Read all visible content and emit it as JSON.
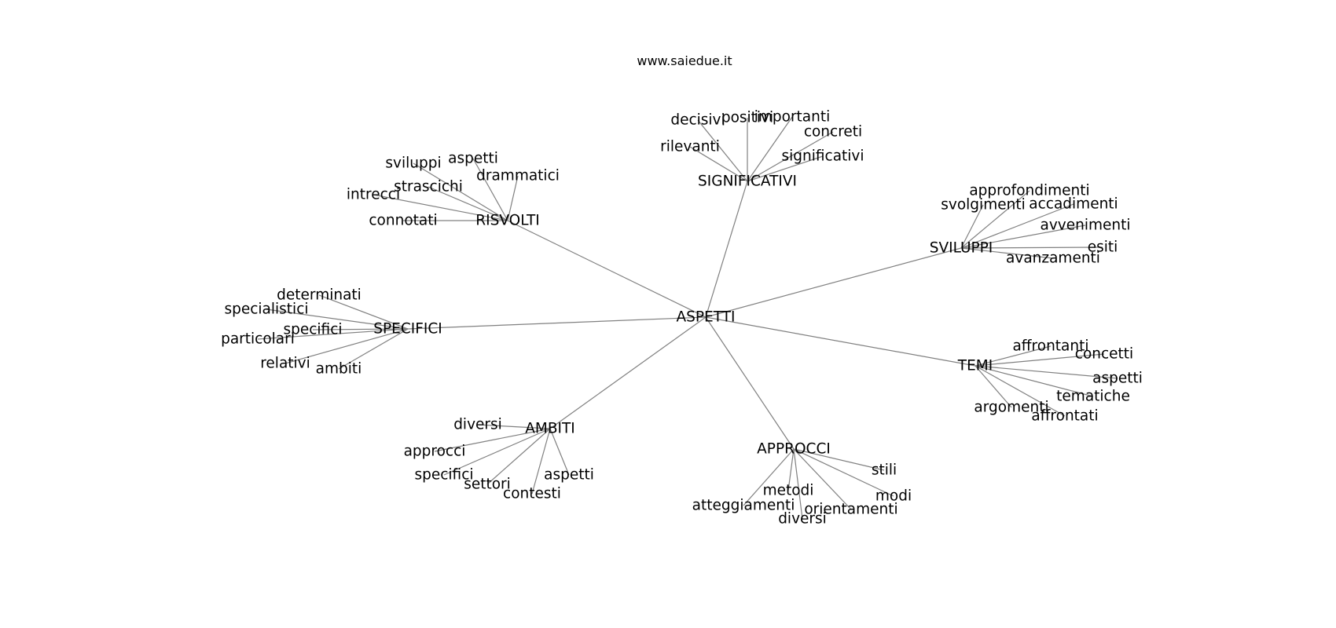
{
  "header": {
    "site": "www.saiedue.it"
  },
  "graph": {
    "root": "ASPETTI",
    "groups": [
      {
        "name": "SIGNIFICATIVI",
        "children": [
          "decisivi",
          "positivi",
          "importanti",
          "concreti",
          "rilevanti",
          "significativi"
        ]
      },
      {
        "name": "RISVOLTI",
        "children": [
          "sviluppi",
          "aspetti",
          "drammatici",
          "strascichi",
          "intrecci",
          "connotati"
        ]
      },
      {
        "name": "SVILUPPI",
        "children": [
          "approfondimenti",
          "svolgimenti",
          "accadimenti",
          "avvenimenti",
          "esiti",
          "avanzamenti"
        ]
      },
      {
        "name": "SPECIFICI",
        "children": [
          "determinati",
          "specialistici",
          "specifici",
          "particolari",
          "relativi",
          "ambiti"
        ]
      },
      {
        "name": "TEMI",
        "children": [
          "affrontanti",
          "concetti",
          "aspetti",
          "tematiche",
          "argomenti",
          "affrontati"
        ]
      },
      {
        "name": "AMBITI",
        "children": [
          "diversi",
          "approcci",
          "specifici",
          "aspetti",
          "settori",
          "contesti"
        ]
      },
      {
        "name": "APPROCCI",
        "children": [
          "stili",
          "metodi",
          "modi",
          "atteggiamenti",
          "orientamenti",
          "diversi"
        ]
      }
    ]
  }
}
